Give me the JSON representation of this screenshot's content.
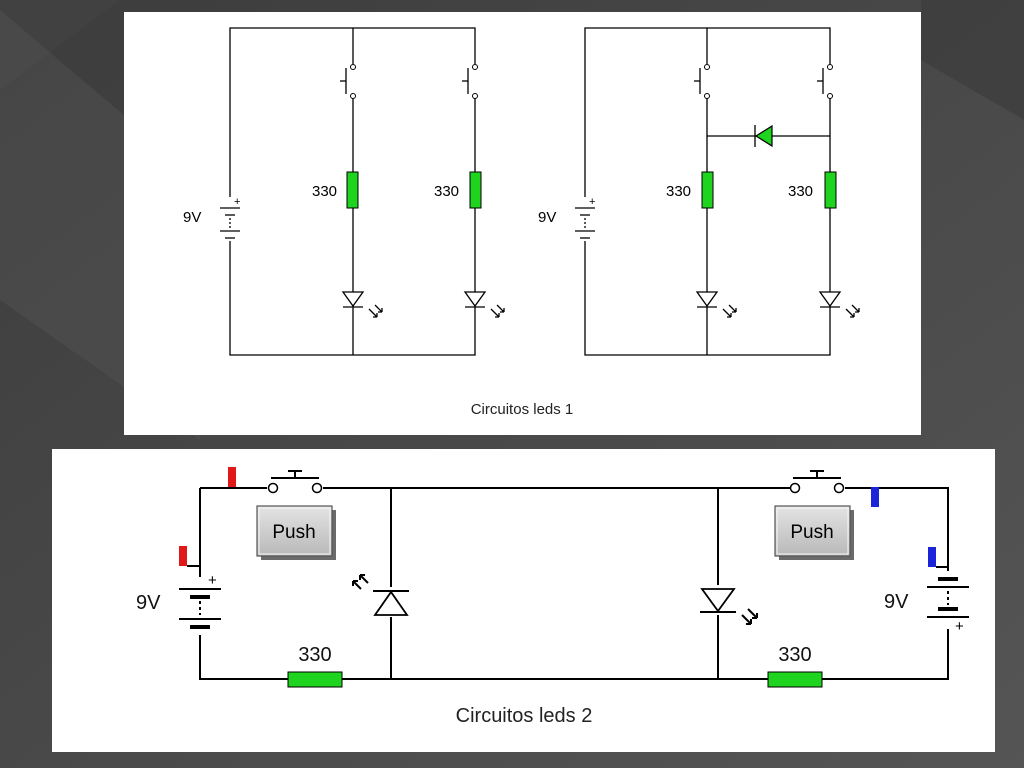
{
  "panel1": {
    "caption": "Circuitos leds 1",
    "circuit_left": {
      "battery_label": "9V",
      "resistor_labels": [
        "330",
        "330"
      ]
    },
    "circuit_right": {
      "battery_label": "9V",
      "resistor_labels": [
        "330",
        "330"
      ]
    }
  },
  "panel2": {
    "caption": "Circuitos leds 2",
    "battery_left_label": "9V",
    "battery_right_label": "9V",
    "resistor_left_label": "330",
    "resistor_right_label": "330",
    "push_left_label": "Push",
    "push_right_label": "Push"
  },
  "colors": {
    "resistor": "#1ed41e",
    "diode": "#1ed41e",
    "probe_red": "#e01818",
    "probe_blue": "#1a24d8"
  }
}
